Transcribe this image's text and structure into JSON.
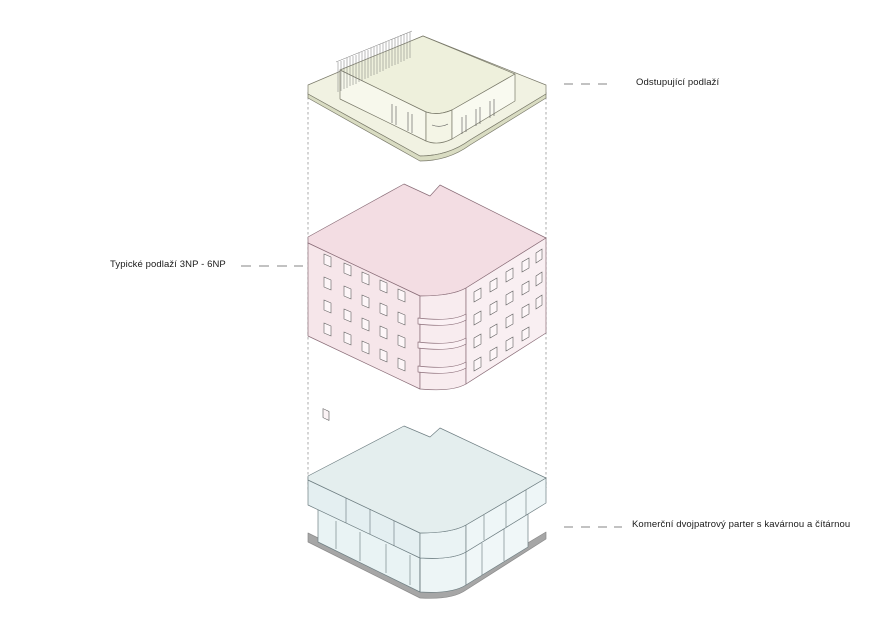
{
  "labels": {
    "top": "Odstupující podlaží",
    "middle": "Typické podlaží 3NP - 6NP",
    "bottom": "Komerční dvojpatrový parter s kavárnou a čítárnou"
  },
  "colors": {
    "top_floor_fill": "#eef0dc",
    "typical_floor_fill": "#f6e6ea",
    "typical_floor_roof": "#f2dce2",
    "ground_floor_roof": "#e4eeee",
    "ground_floor_glass": "#e6f1f2",
    "base_shadow": "#a6a6a6",
    "line": "#555555"
  }
}
